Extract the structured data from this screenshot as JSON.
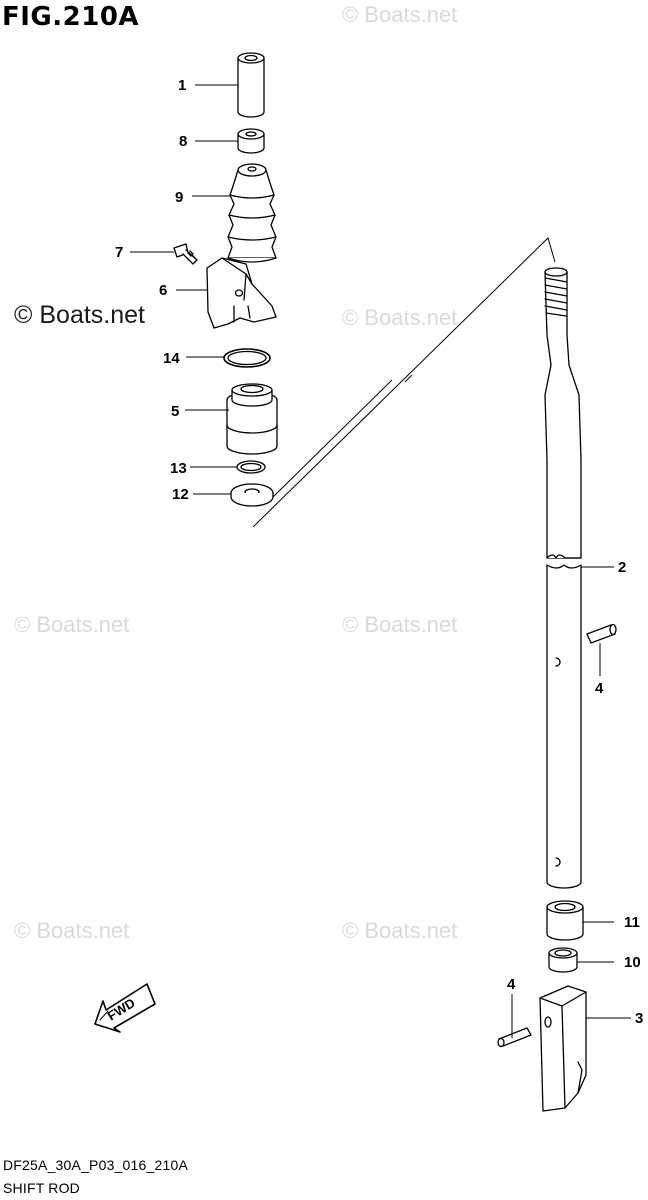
{
  "figure": {
    "title": "FIG.210A",
    "code": "DF25A_30A_P03_016_210A",
    "name": "SHIFT ROD"
  },
  "watermark": {
    "text": "© Boats.net",
    "color": "#d9d9d9",
    "strong_color": "#1a1a1a"
  },
  "direction_label": "FWD",
  "callouts": [
    "1",
    "8",
    "9",
    "7",
    "6",
    "14",
    "5",
    "13",
    "12",
    "2",
    "4",
    "11",
    "10",
    "4",
    "3"
  ],
  "line_color": "#000000"
}
